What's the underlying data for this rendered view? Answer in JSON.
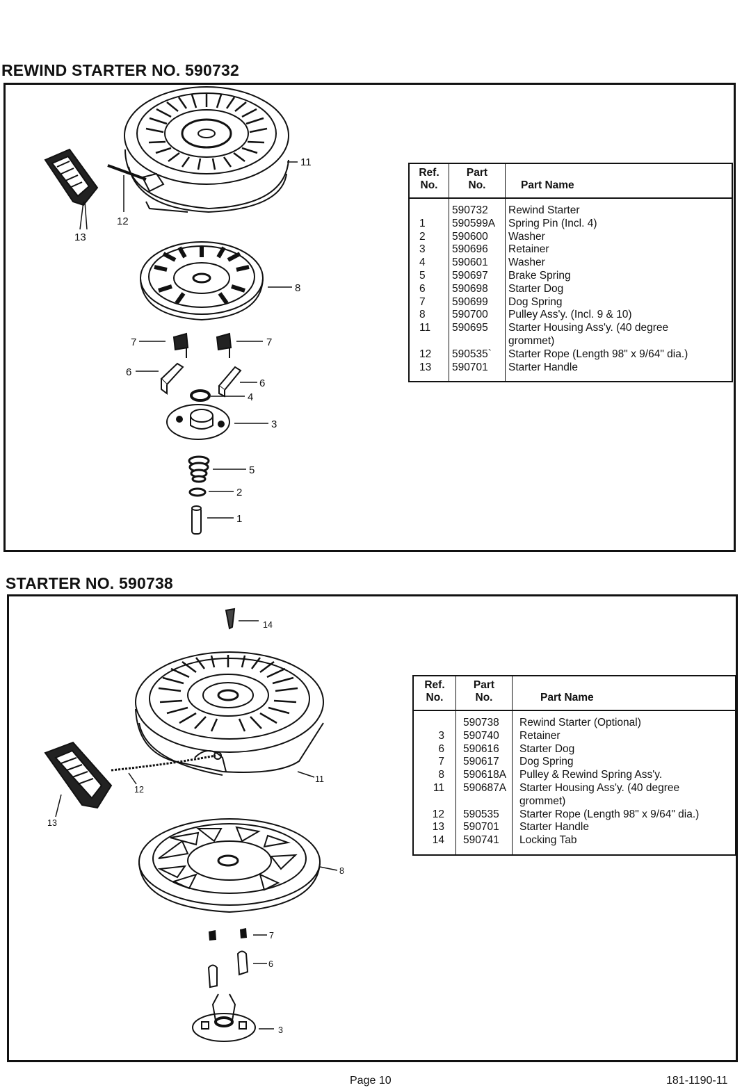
{
  "section1": {
    "title": "REWIND STARTER NO. 590732",
    "table": {
      "headers": {
        "ref_line1": "Ref.",
        "ref_line2": "No.",
        "part_line1": "Part",
        "part_line2": "No.",
        "name": "Part Name"
      },
      "rows": [
        {
          "ref": "",
          "part": "590732",
          "name": "Rewind Starter"
        },
        {
          "ref": "1",
          "part": "590599A",
          "name": "Spring Pin (Incl. 4)"
        },
        {
          "ref": "2",
          "part": "590600",
          "name": "Washer"
        },
        {
          "ref": "3",
          "part": "590696",
          "name": "Retainer"
        },
        {
          "ref": "4",
          "part": "590601",
          "name": "Washer"
        },
        {
          "ref": "5",
          "part": "590697",
          "name": "Brake Spring"
        },
        {
          "ref": "6",
          "part": "590698",
          "name": "Starter Dog"
        },
        {
          "ref": "7",
          "part": "590699",
          "name": "Dog Spring"
        },
        {
          "ref": "8",
          "part": "590700",
          "name": "Pulley Ass'y. (Incl. 9 & 10)"
        },
        {
          "ref": "11",
          "part": "590695",
          "name": "Starter Housing Ass'y. (40 degree"
        },
        {
          "ref": "",
          "part": "",
          "name": "grommet)"
        },
        {
          "ref": "12",
          "part": "590535`",
          "name": "Starter Rope (Length 98\" x 9/64\" dia.)"
        },
        {
          "ref": "13",
          "part": "590701",
          "name": "Starter Handle"
        }
      ]
    },
    "callouts": [
      "11",
      "12",
      "13",
      "8",
      "7",
      "7",
      "6",
      "6",
      "4",
      "3",
      "5",
      "2",
      "1"
    ]
  },
  "section2": {
    "title": "STARTER NO. 590738",
    "table": {
      "headers": {
        "ref_line1": "Ref.",
        "ref_line2": "No.",
        "part_line1": "Part",
        "part_line2": "No.",
        "name": "Part Name"
      },
      "rows": [
        {
          "ref": "",
          "part": "590738",
          "name": "Rewind Starter (Optional)"
        },
        {
          "ref": "3",
          "part": "590740",
          "name": "Retainer"
        },
        {
          "ref": "6",
          "part": "590616",
          "name": "Starter Dog"
        },
        {
          "ref": "7",
          "part": "590617",
          "name": "Dog Spring"
        },
        {
          "ref": "8",
          "part": "590618A",
          "name": "Pulley & Rewind Spring Ass'y."
        },
        {
          "ref": "11",
          "part": "590687A",
          "name": "Starter Housing Ass'y. (40 degree"
        },
        {
          "ref": "",
          "part": "",
          "name": "grommet)"
        },
        {
          "ref": "12",
          "part": "590535",
          "name": "Starter Rope (Length 98\" x 9/64\" dia.)"
        },
        {
          "ref": "13",
          "part": "590701",
          "name": "Starter Handle"
        },
        {
          "ref": "14",
          "part": "590741",
          "name": "Locking Tab"
        }
      ]
    },
    "callouts": [
      "14",
      "11",
      "12",
      "13",
      "8",
      "7",
      "6",
      "3"
    ]
  },
  "footer": {
    "page": "Page 10",
    "doc_number": "181-1190-11"
  }
}
